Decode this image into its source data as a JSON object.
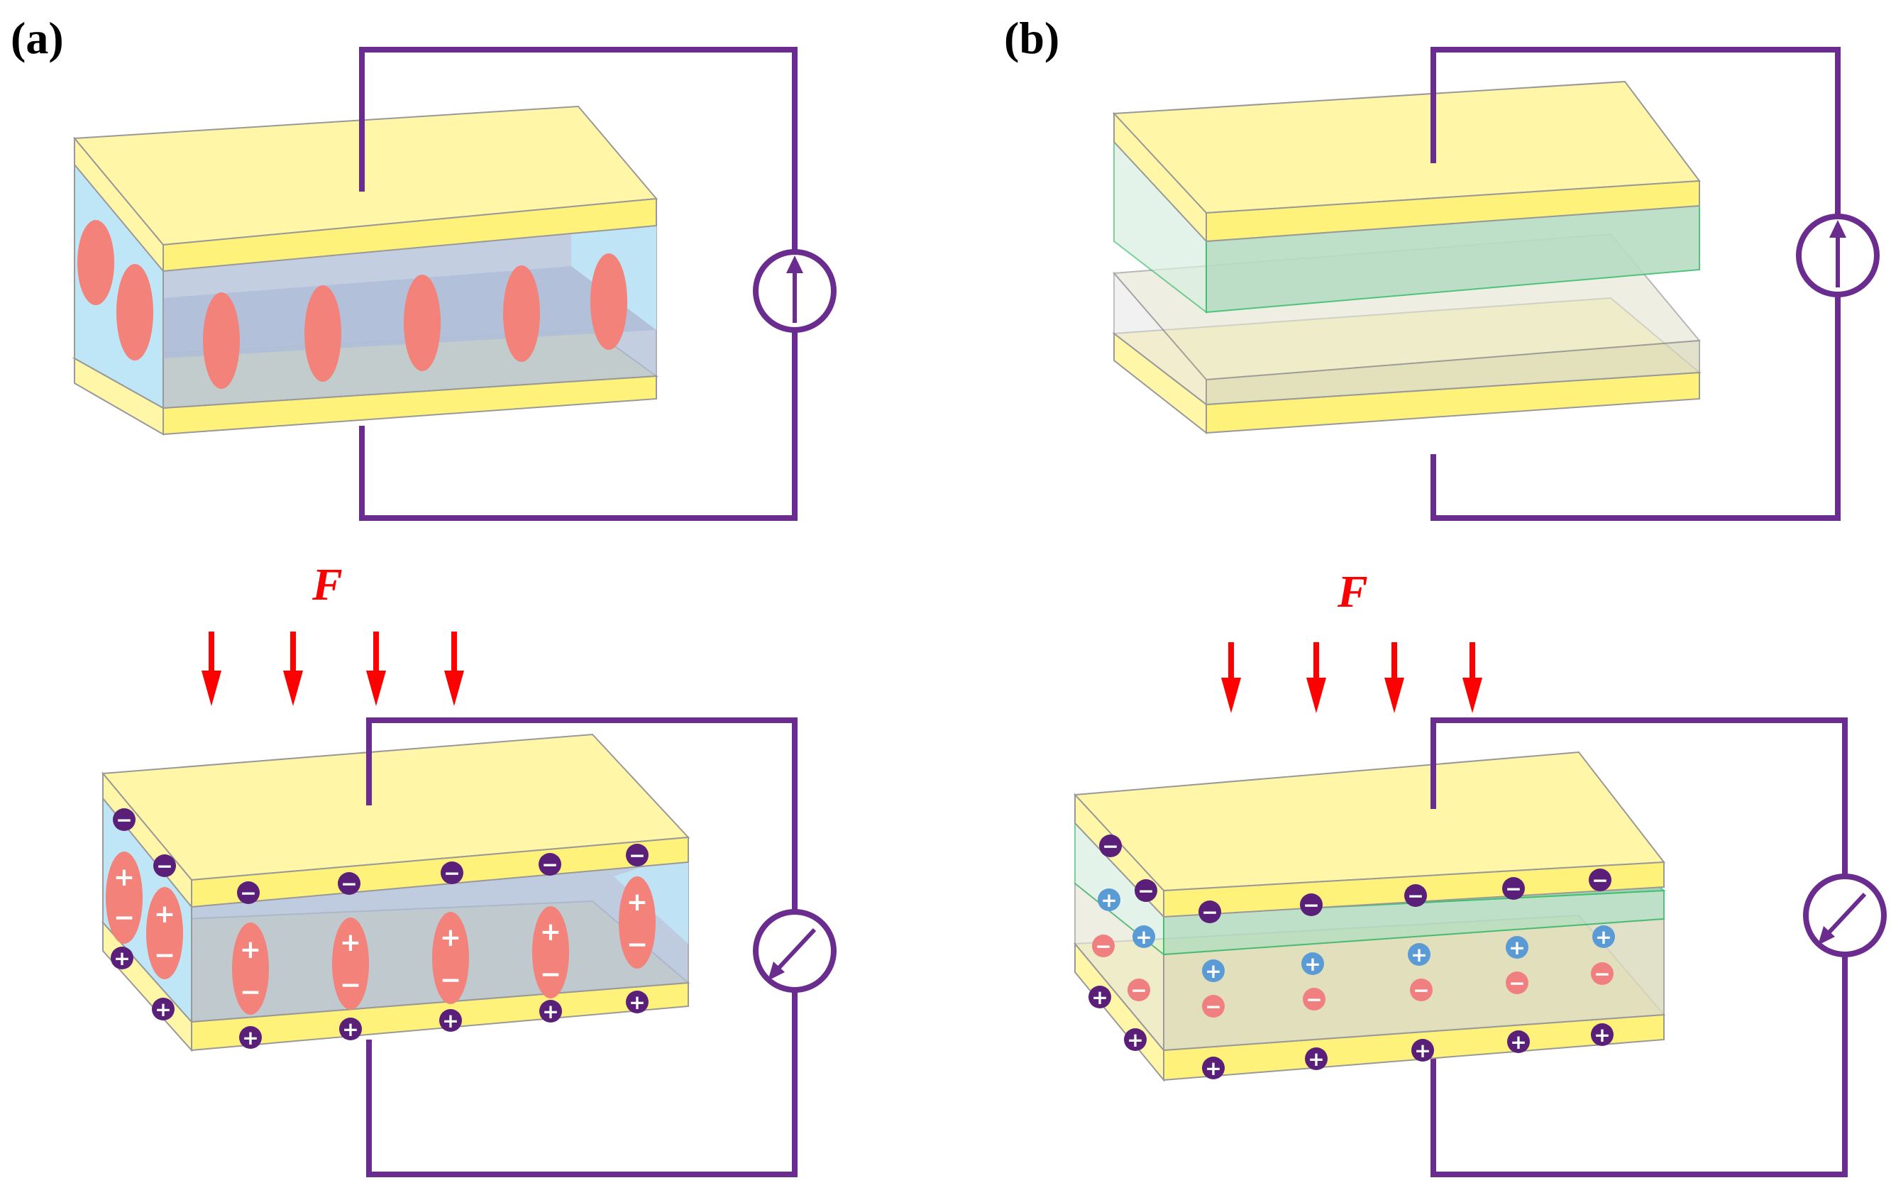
{
  "labels": {
    "panel_a": "(a)",
    "panel_b": "(b)",
    "force_a": "F",
    "force_b": "F"
  },
  "symbols": {
    "plus": "+",
    "minus": "−"
  },
  "colors": {
    "electrode_top": "#fff6a8",
    "electrode_side": "#fff27a",
    "electrode_edge": "#e6c200",
    "circuit": "#6a2d8f",
    "dipole": "#f2827a",
    "dielectric_side": "#bfe6f7",
    "dielectric_front": "#b0bfd8",
    "tribo_green": "#b7dcc3",
    "tribo_green_edge": "#3fbf6f",
    "tribo_gray": "#dcdcc0",
    "force_arrow": "#ff0000",
    "ion_plus": "#5b9bd5",
    "ion_minus": "#f08080",
    "charge_badge": "#5a1f78"
  },
  "icons": {
    "meter": "galvanometer-icon",
    "ion_plus": "plus-circle-icon",
    "ion_minus": "minus-circle-icon"
  }
}
